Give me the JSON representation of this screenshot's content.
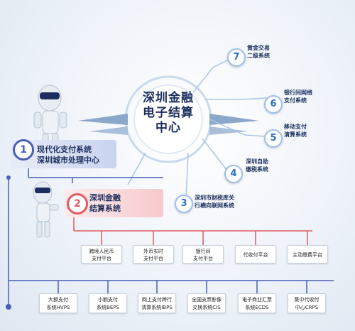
{
  "center": {
    "line1": "深圳金融",
    "line2": "电子结算",
    "line3": "中心"
  },
  "left_systems": [
    {
      "num": "1",
      "line1": "现代化支付系统",
      "line2": "深圳城市处理中心"
    },
    {
      "num": "2",
      "line1": "深圳金融",
      "line2": "结算系统"
    }
  ],
  "right_systems": [
    {
      "num": "7",
      "line1": "黄金交易",
      "line2": "二级系统"
    },
    {
      "num": "6",
      "line1": "银行间网络",
      "line2": "支付系统"
    },
    {
      "num": "5",
      "line1": "移动支付",
      "line2": "清算系统"
    },
    {
      "num": "4",
      "line1": "深圳自助",
      "line2": "缴税系统"
    },
    {
      "num": "3",
      "line1": "深圳市财税库关",
      "line2": "行横向联网系统"
    }
  ],
  "platforms": [
    {
      "line1": "跨境人民币",
      "line2": "支付平台"
    },
    {
      "line1": "外币实时",
      "line2": "支付平台"
    },
    {
      "line1": "银行间",
      "line2": "支付平台"
    },
    {
      "line1": "代收付平台",
      "line2": ""
    },
    {
      "line1": "主动缴费平台",
      "line2": ""
    }
  ],
  "bottom_systems": [
    {
      "line1": "大额支付",
      "line2": "系统HVPS"
    },
    {
      "line1": "小额支付",
      "line2": "系统BEPS"
    },
    {
      "line1": "网上支付跨行",
      "line2": "清算系统IBPS"
    },
    {
      "line1": "全国支票影像",
      "line2": "交换系统CIS"
    },
    {
      "line1": "电子商业汇票",
      "line2": "系统ECDS"
    },
    {
      "line1": "集中代收付",
      "line2": "中心CRPS"
    }
  ],
  "colors": {
    "navy": "#1c2f5e",
    "blue": "#2a72c4",
    "red": "#e05a63",
    "purple": "#4a5fb5"
  }
}
